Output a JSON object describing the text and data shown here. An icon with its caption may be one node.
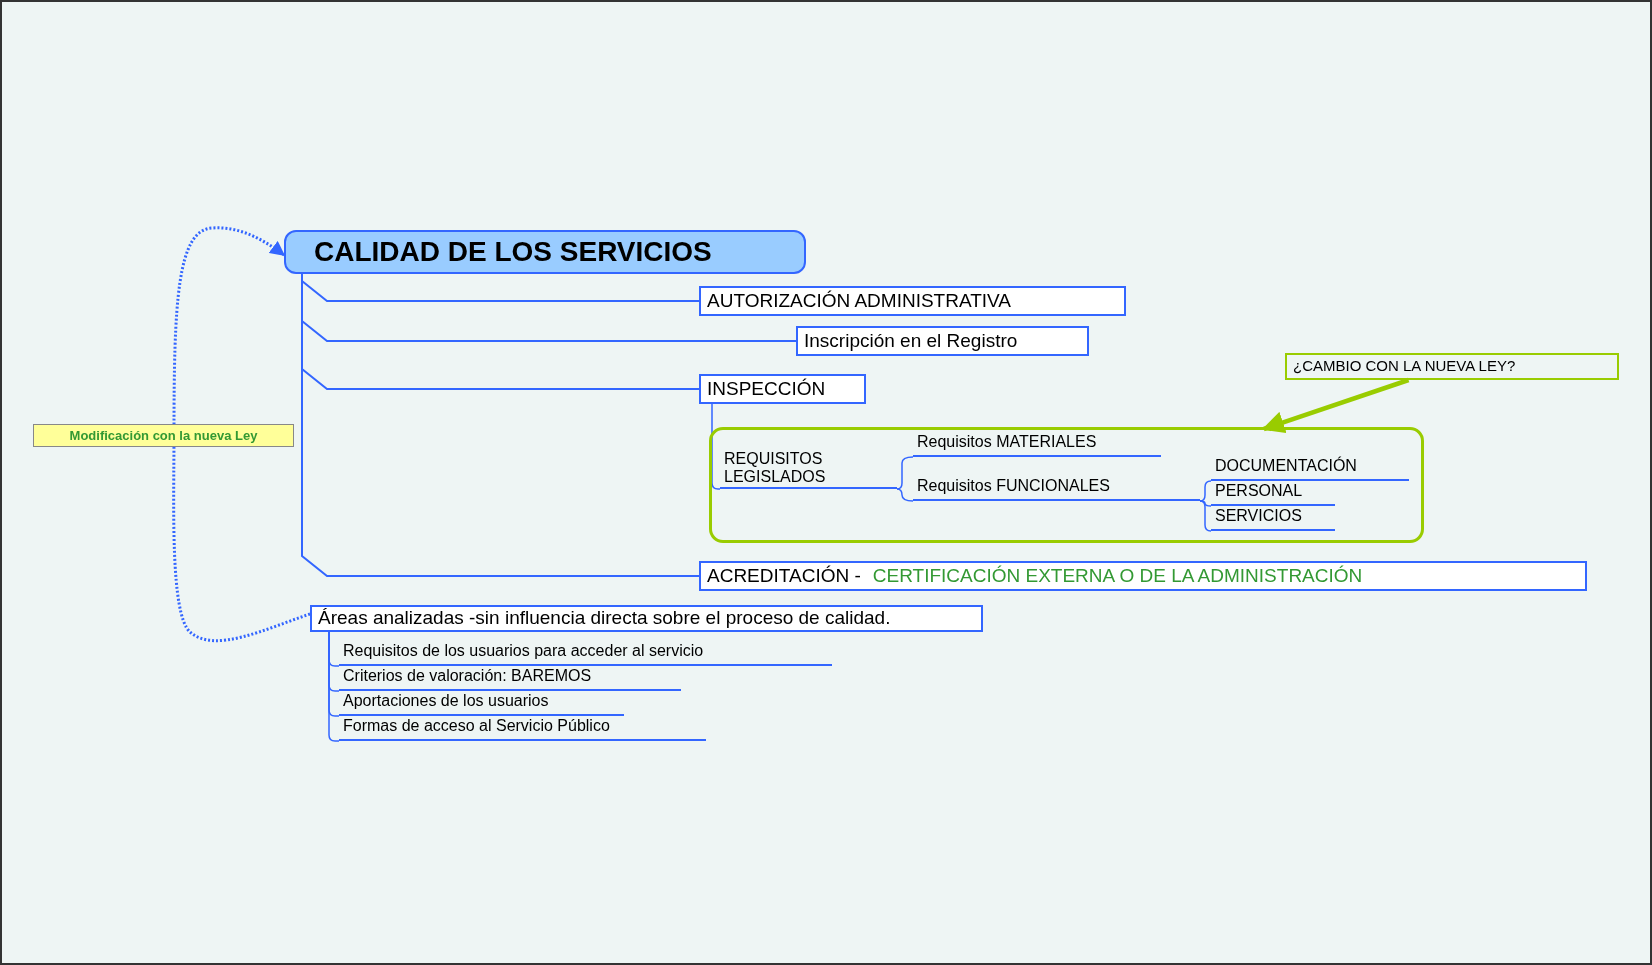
{
  "diagram": {
    "nodes": [
      {
        "text": [
          "CALIDAD DE LOS SERVICIOS"
        ]
      },
      {
        "text": [
          "AUTORIZACIÓN ADMINISTRATIVA"
        ]
      },
      {
        "text": [
          "Inscripción en el Registro"
        ]
      },
      {
        "text": [
          "INSPECCIÓN"
        ]
      },
      {
        "text": [],
        "shape": "box"
      },
      {
        "text": [
          "REQUISITOS LEGISLADOS"
        ],
        "in": 4
      },
      {
        "text": [
          "Requisitos MATERIALES"
        ],
        "in": 4
      },
      {
        "text": [
          "Requisitos FUNCIONALES"
        ],
        "in": 4
      },
      {
        "text": [
          "DOCUMENTACIÓN"
        ],
        "in": 4
      },
      {
        "text": [
          "PERSONAL"
        ],
        "in": 4
      },
      {
        "text": [
          "SERVICIOS"
        ],
        "in": 4
      },
      {
        "text": [
          "ACREDITACIÓN -",
          "CERTIFICACIÓN EXTERNA O DE LA ADMINISTRACIÓN"
        ]
      },
      {
        "text": [
          "¿CAMBIO CON LA NUEVA LEY?"
        ]
      },
      {
        "text": [
          "Áreas analizadas -sin influencia directa sobre el proceso de calidad."
        ]
      },
      {
        "text": [
          "Requisitos de los usuarios para acceder al servicio"
        ]
      },
      {
        "text": [
          "Criterios de valoración: BAREMOS"
        ]
      },
      {
        "text": [
          "Aportaciones de los usuarios"
        ]
      },
      {
        "text": [
          "Formas de acceso al Servicio Público"
        ]
      }
    ],
    "edges": [
      {
        "from": 0,
        "to": 1,
        "arrow": "none"
      },
      {
        "from": 0,
        "to": 2,
        "arrow": "none"
      },
      {
        "from": 0,
        "to": 3,
        "arrow": "none"
      },
      {
        "from": 0,
        "to": 11,
        "arrow": "none"
      },
      {
        "from": 3,
        "to": 5,
        "arrow": "none"
      },
      {
        "from": 5,
        "to": 6,
        "arrow": "none"
      },
      {
        "from": 5,
        "to": 7,
        "arrow": "none"
      },
      {
        "from": 7,
        "to": 8,
        "arrow": "none"
      },
      {
        "from": 7,
        "to": 9,
        "arrow": "none"
      },
      {
        "from": 7,
        "to": 10,
        "arrow": "none"
      },
      {
        "from": 12,
        "to": 4,
        "arrow": "to",
        "style": "thick",
        "color": "#99cc00"
      },
      {
        "from": 13,
        "to": 0,
        "arrow": "to",
        "style": "dashed",
        "label": "Modificación con la nueva Ley"
      },
      {
        "from": 13,
        "to": 14,
        "arrow": "none"
      },
      {
        "from": 13,
        "to": 15,
        "arrow": "none"
      },
      {
        "from": 13,
        "to": 16,
        "arrow": "none"
      },
      {
        "from": 13,
        "to": 17,
        "arrow": "none"
      }
    ]
  }
}
